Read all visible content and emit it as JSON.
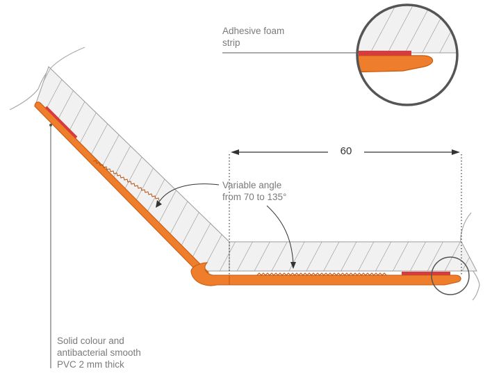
{
  "labels": {
    "foam_line1": "Adhesive foam",
    "foam_line2": "strip",
    "angle_line1": "Variable angle",
    "angle_line2": "from 70 to 135°",
    "pvc_line1": "Solid colour and",
    "pvc_line2": "antibacterial smooth",
    "pvc_line3": "PVC 2 mm thick"
  },
  "dimension": {
    "value": "60"
  },
  "colors": {
    "profile_orange": "#ee7d2c",
    "profile_dark": "#c85a10",
    "foam_strip_red": "#d63c3c",
    "hatch_fill": "#f1f1f1",
    "hatch_line": "#8a8a8a",
    "outline_gray": "#9a9a9a",
    "label_gray": "#7a7a7a",
    "magnifier_ring": "#555555"
  }
}
